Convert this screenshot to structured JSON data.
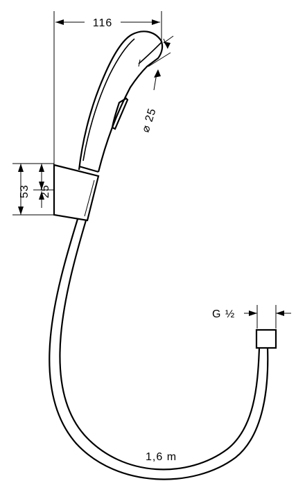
{
  "diagram": {
    "dimensions": {
      "overall_length": "116",
      "head_diameter": "⌀ 25",
      "holder_height": "53",
      "holder_inner": "25",
      "thread": "G ½",
      "hose_length": "1,6 m"
    },
    "colors": {
      "line": "#000000",
      "background": "#ffffff"
    }
  }
}
